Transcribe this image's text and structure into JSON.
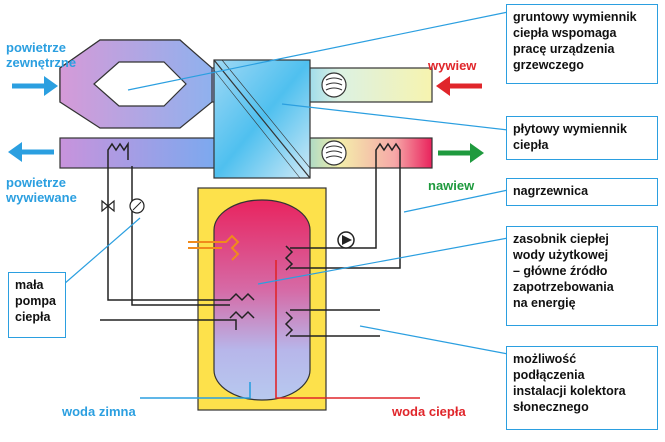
{
  "labels": {
    "outside_air": "powietrze\nzewnętrzne",
    "exhaust_air": "powietrze\nwywiewane",
    "extract": "wywiew",
    "supply": "nawiew",
    "cold_water": "woda zimna",
    "hot_water": "woda ciepła"
  },
  "callouts": {
    "ground_exchanger": "gruntowy wymiennik\nciepła wspomaga\npracę urządzenia\ngrzewczego",
    "plate_exchanger": "płytowy wymiennik\nciepła",
    "heater": "nagrzewnica",
    "tank": "zasobnik ciepłej\nwody użytkowej\n– główne źródło\nzapotrzebowania\nna energię",
    "solar": "możliwość\npodłączenia\ninstalacji kolektora\nsłonecznego",
    "heat_pump": "mała\npompa\nciepła"
  },
  "colors": {
    "leader": "#2b9fe0",
    "box_border": "#2b9fe0",
    "tank_outer": "#fde14b",
    "tank_top": "#e8245f",
    "tank_bottom": "#b7c9ef",
    "duct_purple": "#c487d6",
    "duct_blue": "#3db8ea",
    "duct_yellow": "#f5f2a8",
    "duct_red": "#e9225c",
    "arrow_blue": "#2b9fe0",
    "arrow_red": "#e0262b",
    "arrow_green": "#1f9a3e"
  },
  "icons": [
    "fan-icon",
    "fan-icon",
    "pump-icon",
    "thermometer-icon",
    "valve-icon",
    "heating-coil-icon"
  ]
}
